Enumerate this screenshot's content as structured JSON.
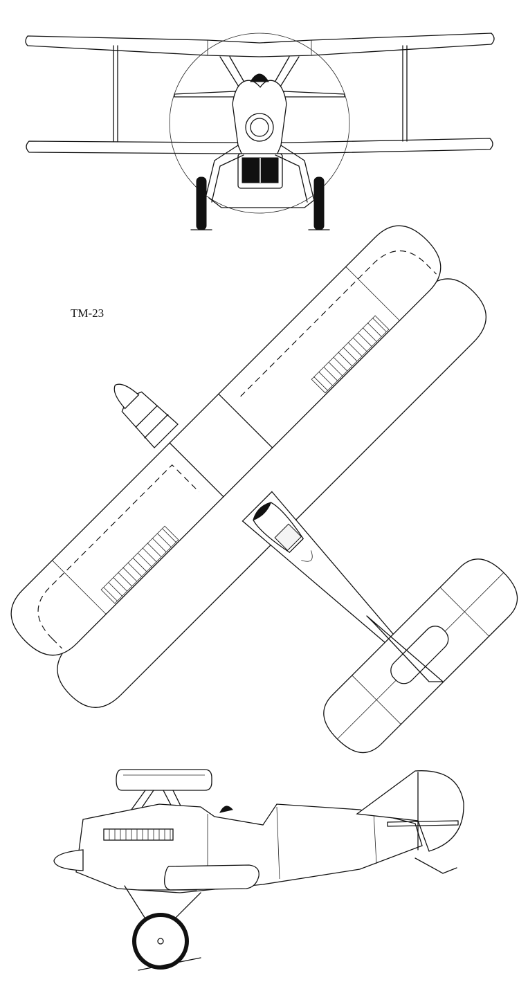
{
  "designation": "TM-23",
  "views": [
    {
      "id": "front",
      "name": "front-view"
    },
    {
      "id": "top",
      "name": "top-view"
    },
    {
      "id": "side",
      "name": "side-view"
    }
  ]
}
